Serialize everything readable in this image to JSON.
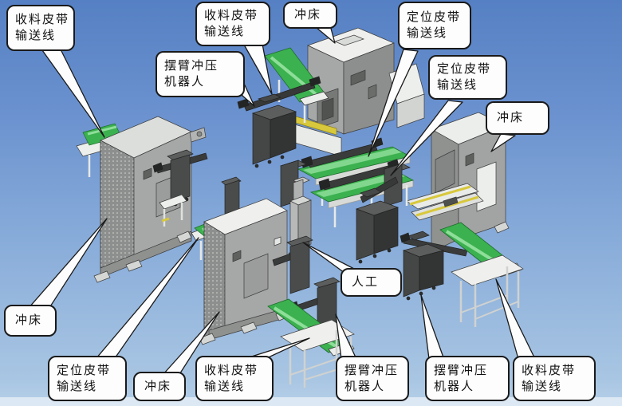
{
  "diagram": {
    "description": "3D CAD layout of an automated punch-press stamping line with belt conveyors, swing-arm stamping robots and a manual station, annotated with callout labels",
    "background": {
      "sky_top": "#5580c3",
      "sky_bottom": "#a9c6e3",
      "ground_band": "#dce8f3"
    },
    "colors": {
      "conveyor_green": "#3cb14f",
      "conveyor_green_light": "#8ede99",
      "machine_gray": "#a6a8a7",
      "machine_top_white": "#eff0ee",
      "robot_dark": "#454746",
      "bolster_yellow": "#d8c83c",
      "callout_border": "#1a1a1a",
      "callout_fill": "#fdfdfd"
    }
  },
  "callouts": [
    {
      "id": "receiving-conveyor-top-left",
      "label": "收料皮带\n输送线",
      "target": "left-press-receiving-conveyor"
    },
    {
      "id": "swing-arm-robot-top",
      "label": "摆臂冲压\n机器人",
      "target": "top-swing-arm-robot"
    },
    {
      "id": "receiving-conveyor-top-center",
      "label": "收料皮带\n输送线",
      "target": "top-center-receiving-conveyor"
    },
    {
      "id": "punch-press-top",
      "label": "冲床",
      "target": "top-center-punch-press"
    },
    {
      "id": "positioning-conveyor-right-1",
      "label": "定位皮带\n输送线",
      "target": "central-positioning-conveyor-1"
    },
    {
      "id": "positioning-conveyor-right-2",
      "label": "定位皮带\n输送线",
      "target": "central-positioning-conveyor-2"
    },
    {
      "id": "punch-press-right",
      "label": "冲床",
      "target": "right-punch-press"
    },
    {
      "id": "punch-press-bottom-left",
      "label": "冲床",
      "target": "left-punch-press"
    },
    {
      "id": "positioning-conveyor-bottom",
      "label": "定位皮带\n输送线",
      "target": "bottom-center-positioning-conveyor"
    },
    {
      "id": "punch-press-bottom-center",
      "label": "冲床",
      "target": "bottom-center-punch-press"
    },
    {
      "id": "receiving-conveyor-bottom-center",
      "label": "收料皮带\n输送线",
      "target": "bottom-center-receiving-conveyor"
    },
    {
      "id": "manual-station",
      "label": "人工",
      "target": "manual-worker-station"
    },
    {
      "id": "swing-arm-robot-bottom-1",
      "label": "摆臂冲压\n机器人",
      "target": "bottom-center-swing-arm-robot"
    },
    {
      "id": "swing-arm-robot-bottom-2",
      "label": "摆臂冲压\n机器人",
      "target": "right-swing-arm-robot"
    },
    {
      "id": "receiving-conveyor-bottom-right",
      "label": "收料皮带\n输送线",
      "target": "right-receiving-conveyor"
    }
  ]
}
